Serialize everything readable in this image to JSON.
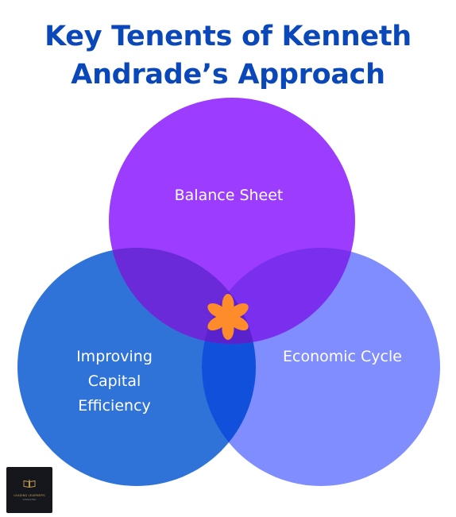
{
  "title": {
    "line1": "Key Tenents of Kenneth",
    "line2": "Andrade’s Approach"
  },
  "circles": {
    "top": {
      "label": "Balance Sheet",
      "color": "#9b3cff"
    },
    "left": {
      "label_lines": [
        "Improving",
        "Capital",
        "Efficiency"
      ],
      "color": "#2f72d8"
    },
    "right": {
      "label": "Economic Cycle",
      "color": "#7f8dff"
    }
  },
  "overlap_colors": {
    "top_left": "#6a2ad8",
    "top_right": "#7a2eee",
    "left_right": "#1150da"
  },
  "center_icon": {
    "name": "asterisk-flower-icon",
    "color": "#ff8c2a"
  },
  "logo": {
    "text": "LEADING LEARNERS",
    "subtext": "CONSULTING"
  }
}
